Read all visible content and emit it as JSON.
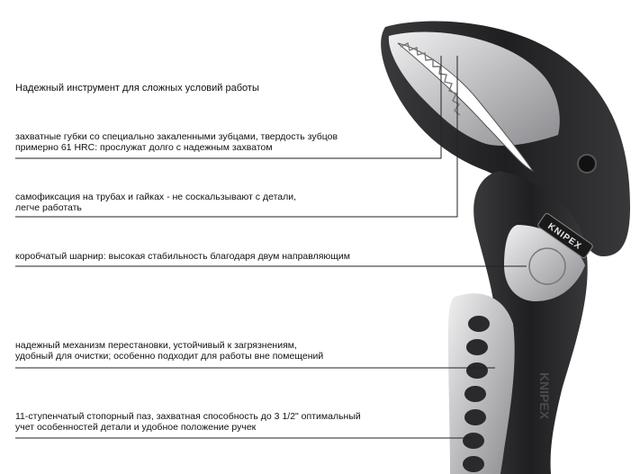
{
  "headline": "Надежный инструмент для сложных условий работы",
  "features": [
    {
      "line1": "захватные губки со специально закаленными зубцами, твердость зубцов",
      "line2": "примерно 61 HRC: прослужат долго с надежным захватом"
    },
    {
      "line1": "самофиксация на трубах и гайках - не соскальзывают с детали,",
      "line2": "легче работать"
    },
    {
      "line1": "коробчатый шарнир: высокая стабильность благодаря двум направляющим",
      "line2": ""
    },
    {
      "line1": "надежный механизм перестановки, устойчивый к загрязнениям,",
      "line2": "удобный для очистки; особенно подходит для работы вне помещений"
    },
    {
      "line1": "11-ступенчатый стопорный паз, захватная способность до 3 1/2\" оптимальный",
      "line2": "учет особенностей детали и удобное положение ручек"
    }
  ],
  "brand": {
    "badge_text": "KNIPEX",
    "handle_text": "KNIPEX"
  },
  "colors": {
    "handle": "#2b2b2d",
    "steel": "#c9c9cb",
    "line": "#222222"
  }
}
